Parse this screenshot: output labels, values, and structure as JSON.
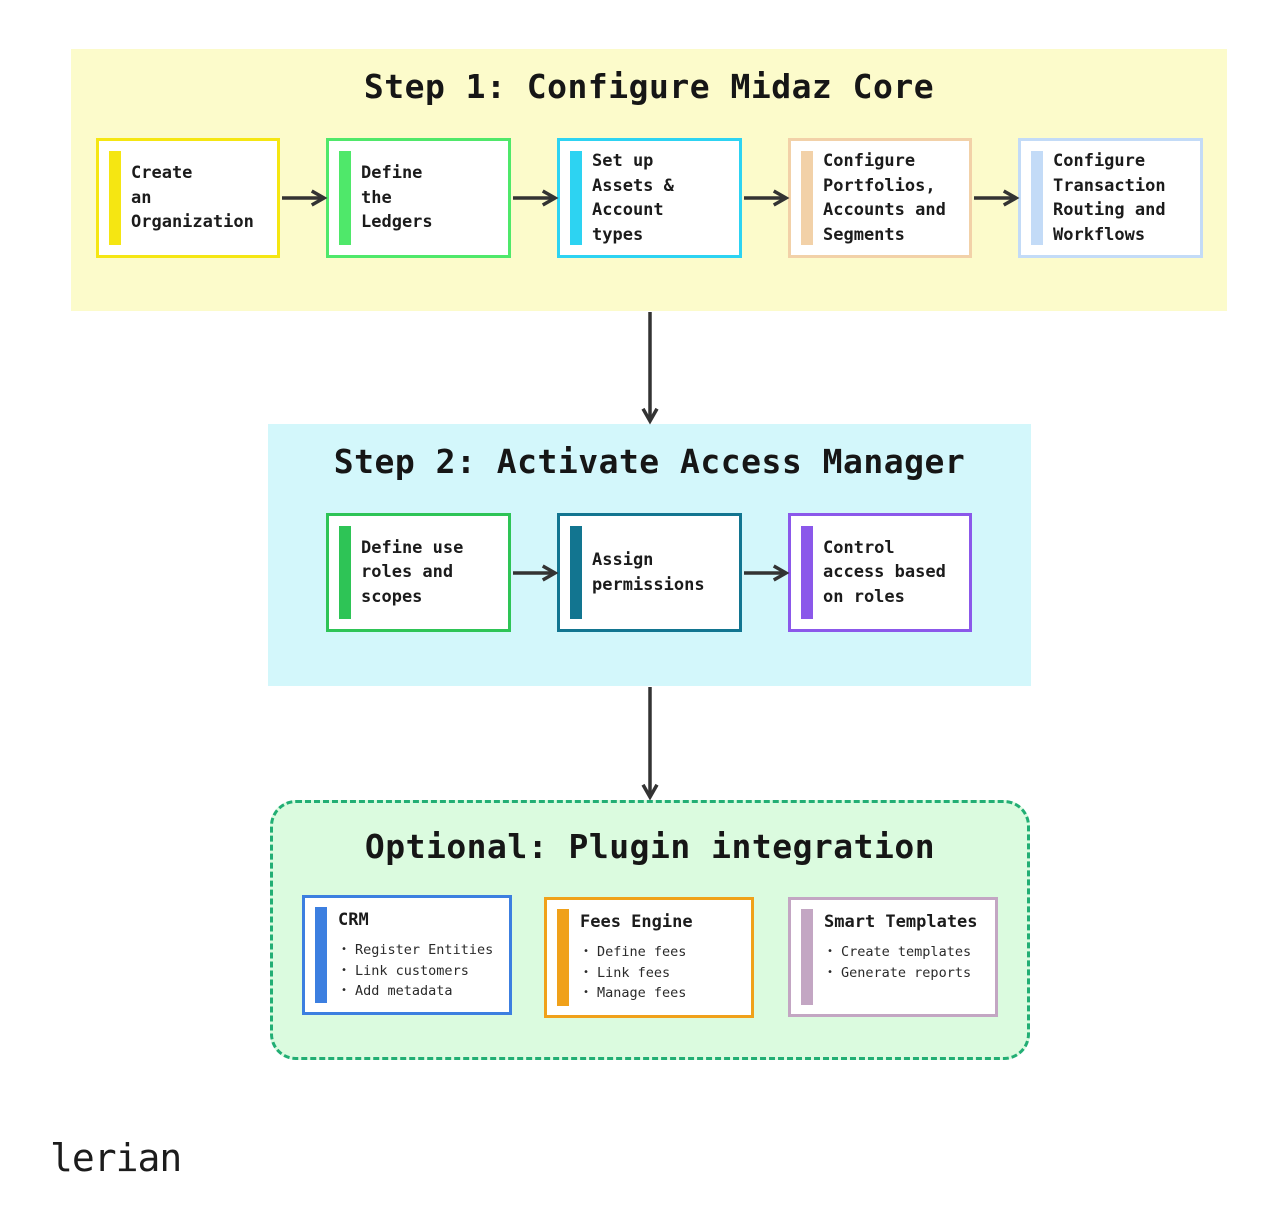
{
  "step1": {
    "title": "Step 1: Configure Midaz Core",
    "background": "#fcfbcb",
    "items": [
      {
        "label": "Create\nan\nOrganization",
        "color": "#f5e612"
      },
      {
        "label": "Define\nthe\nLedgers",
        "color": "#4fe86a"
      },
      {
        "label": "Set up\nAssets &\nAccount\ntypes",
        "color": "#2dd3f2"
      },
      {
        "label": "Configure\nPortfolios,\nAccounts and\nSegments",
        "color": "#f2d1a8"
      },
      {
        "label": "Configure\nTransaction\nRouting and\nWorkflows",
        "color": "#c3dbf7"
      }
    ]
  },
  "step2": {
    "title": "Step 2: Activate Access Manager",
    "background": "#d3f7fb",
    "items": [
      {
        "label": "Define use\nroles and\nscopes",
        "color": "#2ec456"
      },
      {
        "label": "Assign\npermissions",
        "color": "#127590"
      },
      {
        "label": "Control\naccess based\non roles",
        "color": "#8b58ea"
      }
    ]
  },
  "optional": {
    "title": "Optional: Plugin integration",
    "background": "#dbfbdf",
    "border_color": "#22ae74",
    "plugins": [
      {
        "title": "CRM",
        "color": "#3c7fe0",
        "bullets": [
          "Register Entities",
          "Link customers",
          "Add metadata"
        ]
      },
      {
        "title": "Fees Engine",
        "color": "#f0a11a",
        "bullets": [
          "Define fees",
          "Link fees",
          "Manage fees"
        ]
      },
      {
        "title": "Smart Templates",
        "color": "#c3a6c3",
        "bullets": [
          "Create templates",
          "Generate reports"
        ]
      }
    ]
  },
  "brand": {
    "logo_text": "lerian"
  }
}
